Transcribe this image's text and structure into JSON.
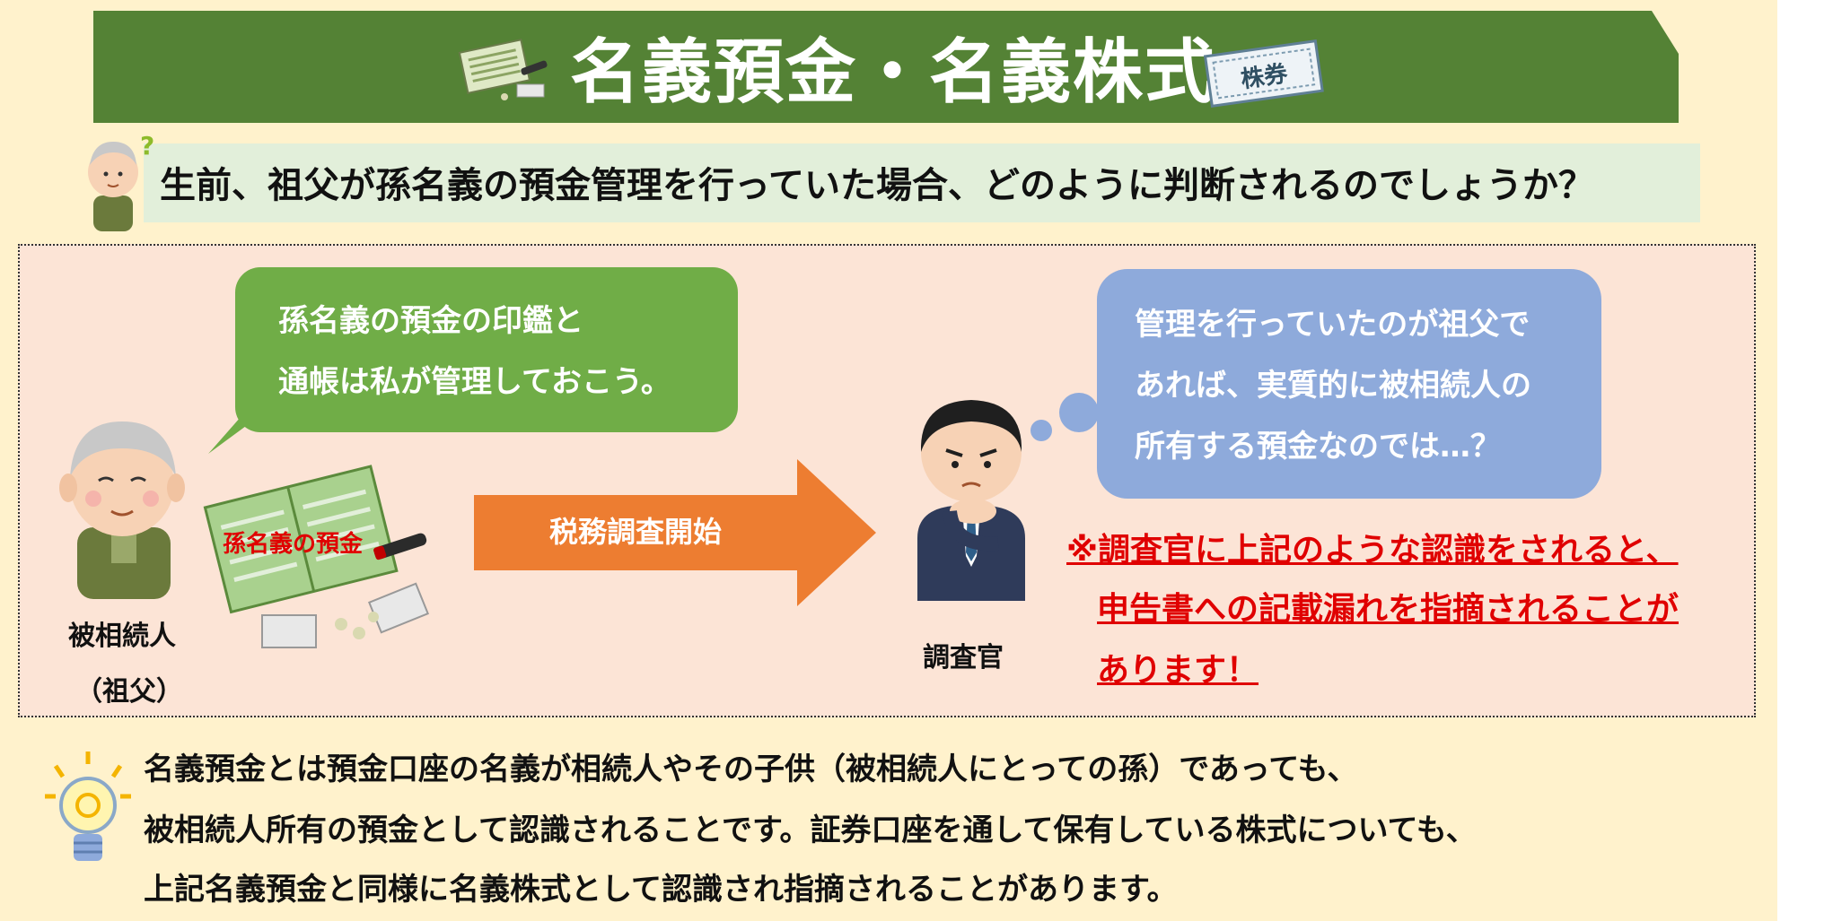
{
  "title": {
    "text": "名義預金・名義株式",
    "stock_tag": "株券"
  },
  "question": {
    "text": "生前、祖父が孫名義の預金管理を行っていた場合、どのように判断されるのでしょうか？"
  },
  "scene": {
    "grandfather_bubble": [
      "孫名義の預金の印鑑と",
      "通帳は私が管理しておこう。"
    ],
    "grandfather_label": [
      "被相続人",
      "（祖父）"
    ],
    "passbook_label": "孫名義の預金",
    "arrow_label": "税務調査開始",
    "inspector_label": "調査官",
    "inspector_bubble": [
      "管理を行っていたのが祖父で",
      "あれば、実質的に被相続人の",
      "所有する預金なのでは…？"
    ],
    "warning": [
      "※調査官に上記のような認識をされると、",
      "申告書への記載漏れを指摘されることが",
      "あります！"
    ]
  },
  "note": [
    "名義預金とは預金口座の名義が相続人やその子供（被相続人にとっての孫）であっても、",
    "被相続人所有の預金として認識されることです。証券口座を通して保有している株式についても、",
    "上記名義預金と同様に名義株式として認識され指摘されることがあります。"
  ],
  "colors": {
    "page_bg": "#fff2cc",
    "title_bg": "#548235",
    "question_bg": "#e2efda",
    "case_bg": "#fce4d6",
    "green_bubble": "#70ad47",
    "blue_bubble": "#8eaadb",
    "arrow": "#ed7d31",
    "warning": "#e00000"
  }
}
